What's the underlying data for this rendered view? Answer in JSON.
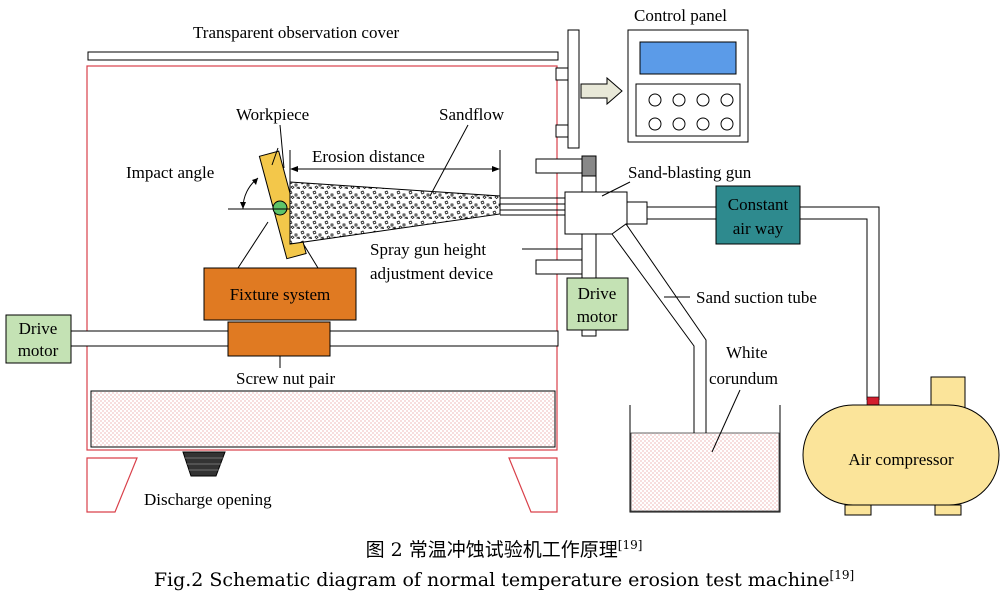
{
  "labels": {
    "cover": "Transparent observation cover",
    "control_panel": "Control panel",
    "workpiece": "Workpiece",
    "sandflow": "Sandflow",
    "impact_angle": "Impact angle",
    "erosion_distance": "Erosion distance",
    "sand_blasting_gun": "Sand-blasting gun",
    "constant_air_way_1": "Constant",
    "constant_air_way_2": "air  way",
    "spray_height_1": "Spray gun height",
    "spray_height_2": "adjustment device",
    "fixture_system": "Fixture system",
    "drive_motor_left_1": "Drive",
    "drive_motor_left_2": "motor",
    "drive_motor_right_1": "Drive",
    "drive_motor_right_2": "motor",
    "sand_suction_tube": "Sand suction tube",
    "screw_nut_pair": "Screw nut pair",
    "white_corundum_1": "White",
    "white_corundum_2": "corundum",
    "air_compressor": "Air compressor",
    "discharge_opening": "Discharge opening"
  },
  "caption": {
    "cn_text": "图 2    常温冲蚀试验机工作原理",
    "cn_ref": "[19]",
    "en_text": "Fig.2 Schematic diagram of normal temperature erosion test machine",
    "en_ref": "[19]"
  },
  "colors": {
    "frame_red": "#d9404a",
    "fixture_orange": "#e07a22",
    "workpiece_yellow": "#f3c74a",
    "motor_green": "#c4e2b4",
    "airway_teal": "#2e8a8e",
    "compressor_yellow": "#fbe49a",
    "screen_blue": "#5b9be8"
  }
}
